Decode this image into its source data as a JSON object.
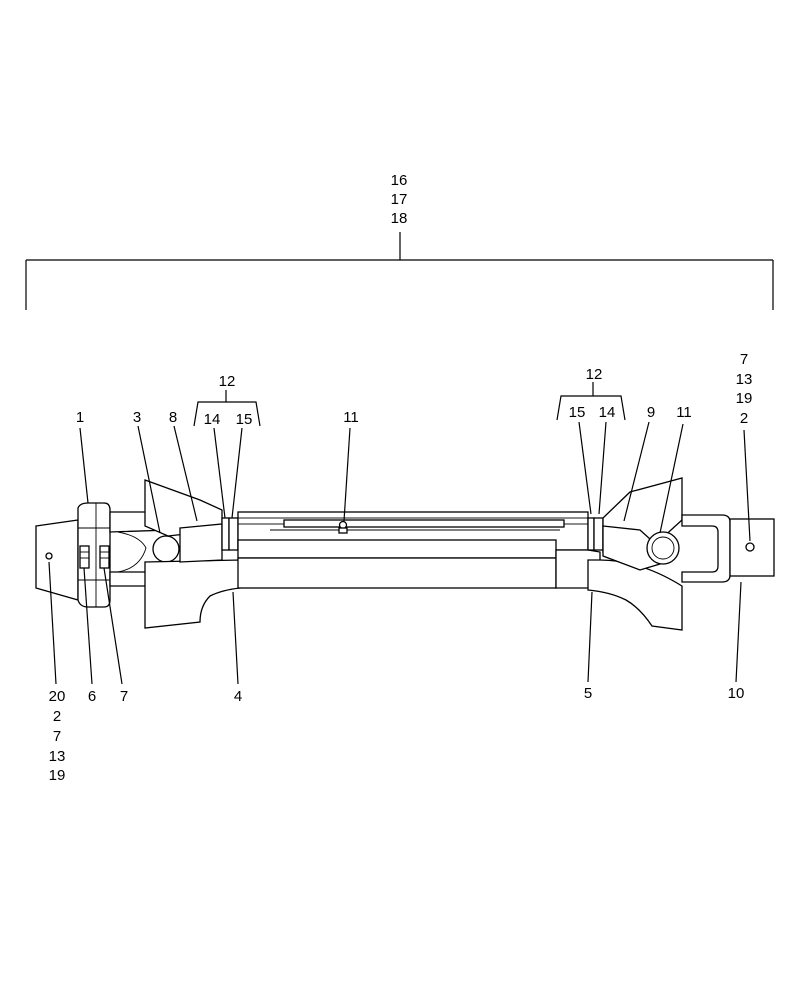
{
  "callouts": {
    "top_group": [
      "16",
      "17",
      "18"
    ],
    "left_bracket_12": "12",
    "left_14": "14",
    "left_15": "15",
    "right_bracket_12": "12",
    "right_15": "15",
    "right_14": "14",
    "c1": "1",
    "c3": "3",
    "c8": "8",
    "c11_mid": "11",
    "c9": "9",
    "c11_right": "11",
    "right_stack": [
      "7",
      "13",
      "19",
      "2"
    ],
    "left_stack": [
      "20",
      "2",
      "7",
      "13",
      "19"
    ],
    "c6": "6",
    "c7": "7",
    "c4": "4",
    "c5": "5",
    "c10": "10"
  }
}
